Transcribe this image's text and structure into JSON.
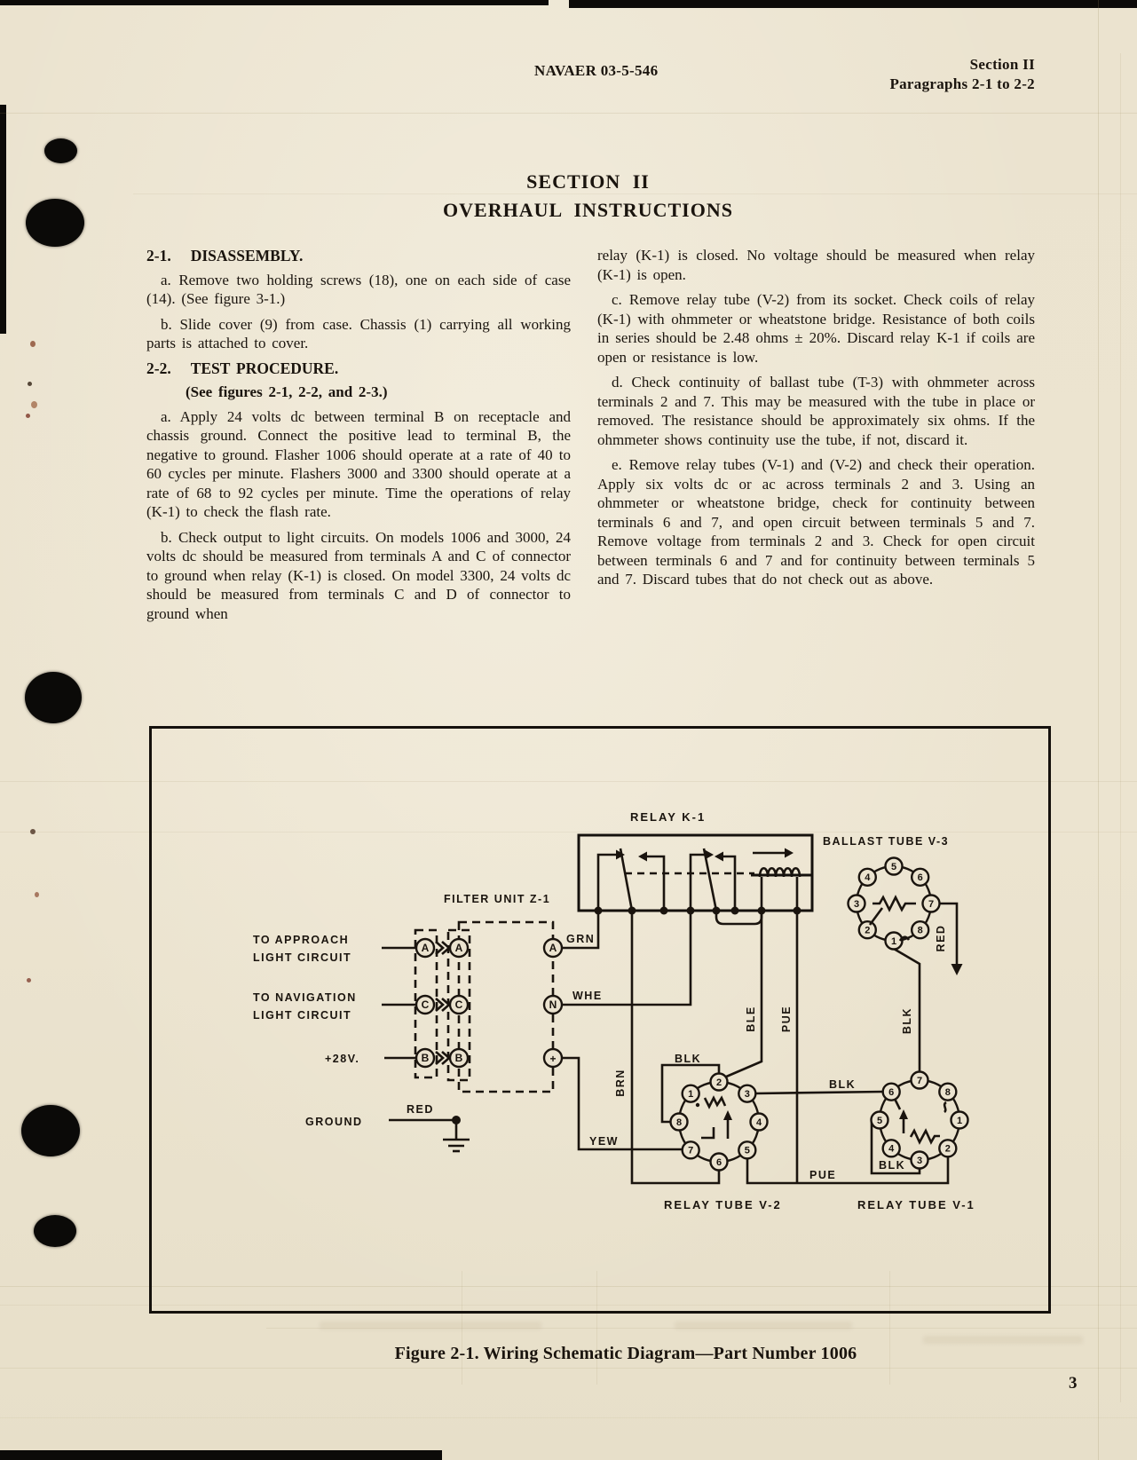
{
  "header": {
    "doc_number": "NAVAER 03-5-546",
    "section": "Section II",
    "paragraphs": "Paragraphs 2-1 to 2-2"
  },
  "title": {
    "line1": "SECTION II",
    "line2": "OVERHAUL INSTRUCTIONS"
  },
  "left_column": {
    "h1_num": "2-1.",
    "h1_title": "DISASSEMBLY.",
    "p1": "a. Remove two holding screws (18), one on each side of case (14). (See figure 3-1.)",
    "p2": "b. Slide cover (9) from case. Chassis (1) carrying all working parts is attached to cover.",
    "h2_num": "2-2.",
    "h2_title": "TEST PROCEDURE.",
    "h2_note": "(See figures 2-1, 2-2, and 2-3.)",
    "p3": "a. Apply 24 volts dc between terminal B on receptacle and chassis ground. Connect the positive lead to terminal B, the negative to ground. Flasher 1006 should operate at a rate of 40 to 60 cycles per minute. Flashers 3000 and 3300 should operate at a rate of 68 to 92 cycles per minute. Time the operations of relay (K-1) to check the flash rate.",
    "p4": "b. Check output to light circuits. On models 1006 and 3000, 24 volts dc should be measured from terminals A and C of connector to ground when relay (K-1) is closed. On model 3300, 24 volts dc should be measured from terminals C and D of connector to ground when"
  },
  "right_column": {
    "p0": "relay (K-1) is closed. No voltage should be measured when relay (K-1) is open.",
    "p1": "c. Remove relay tube (V-2) from its socket. Check coils of relay (K-1) with ohmmeter or wheatstone bridge. Resistance of both coils in series should be 2.48 ohms ± 20%. Discard relay K-1 if coils are open or resistance is low.",
    "p2": "d. Check continuity of ballast tube (T-3) with ohmmeter across terminals 2 and 7. This may be measured with the tube in place or removed. The resistance should be approximately six ohms. If the ohmmeter shows continuity use the tube, if not, discard it.",
    "p3": "e. Remove relay tubes (V-1) and (V-2) and check their operation. Apply six volts dc or ac across terminals 2 and 3. Using an ohmmeter or wheatstone bridge, check for continuity between terminals 6 and 7, and open circuit between terminals 5 and 7. Remove voltage from terminals 2 and 3. Check for open circuit between terminals 6 and 7 and for continuity between terminals 5 and 7. Discard tubes that do not check out as above."
  },
  "figure": {
    "caption": "Figure 2-1. Wiring Schematic Diagram—Part Number 1006",
    "page_number": "3",
    "labels": {
      "relay": "RELAY K-1",
      "ballast": "BALLAST TUBE V-3",
      "filter": "FILTER UNIT Z-1",
      "v2_caption": "RELAY TUBE V-2",
      "v1_caption": "RELAY TUBE V-1",
      "approach1": "TO APPROACH",
      "approach2": "LIGHT CIRCUIT",
      "nav1": "TO NAVIGATION",
      "nav2": "LIGHT CIRCUIT",
      "plus28": "+28V.",
      "ground": "GROUND",
      "red_ground": "RED",
      "grn": "GRN",
      "whe": "WHE",
      "brn": "BRN",
      "yew": "YEW",
      "ble": "BLE",
      "pue_vertical": "PUE",
      "pue_bottom": "PUE",
      "blk_v2": "BLK",
      "blk_link": "BLK",
      "blk_drop": "BLK",
      "blk_v1": "BLK",
      "red_ballast": "RED"
    },
    "connectors": {
      "a1": "A",
      "a2": "A",
      "c1": "C",
      "c2": "C",
      "b1": "B",
      "b2": "B",
      "out_a": "A",
      "out_n": "N",
      "out_plus": "+"
    },
    "tubes": {
      "v3": {
        "pins": [
          "5",
          "6",
          "7",
          "8",
          "1",
          "2",
          "3",
          "4"
        ]
      },
      "v2": {
        "pins": [
          "2",
          "3",
          "4",
          "5",
          "6",
          "7",
          "8",
          "1"
        ]
      },
      "v1": {
        "pins": [
          "7",
          "8",
          "1",
          "2",
          "3",
          "4",
          "5",
          "6"
        ]
      }
    },
    "colors": {
      "paper": "#ebe3cf",
      "ink": "#1a140e"
    }
  }
}
